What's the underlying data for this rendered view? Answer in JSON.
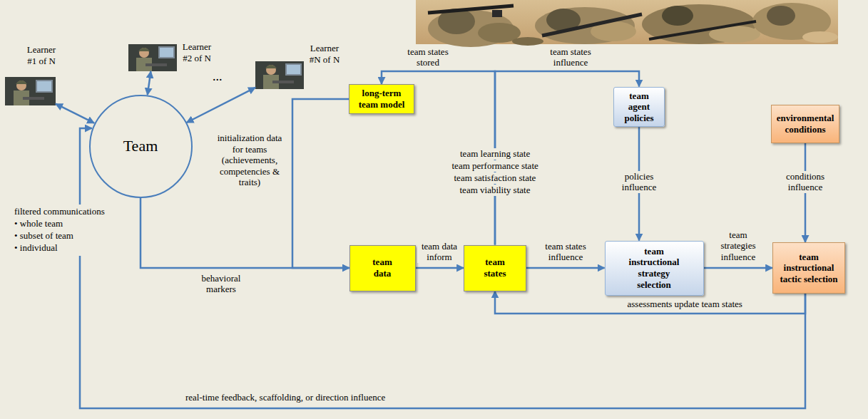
{
  "diagram": {
    "nodes": [
      {
        "text": [
          "Learner #1 of N"
        ]
      },
      {
        "text": [
          "Learner #2 of N"
        ]
      },
      {
        "text": [
          "Learner #N of N"
        ]
      },
      {
        "text": [
          "Team"
        ]
      },
      {
        "text": [
          "long-term team model"
        ]
      },
      {
        "text": [
          "team agent policies"
        ]
      },
      {
        "text": [
          "environmental conditions"
        ]
      },
      {
        "text": [
          "team data"
        ]
      },
      {
        "text": [
          "team states"
        ]
      },
      {
        "text": [
          "team instructional strategy selection"
        ]
      },
      {
        "text": [
          "team instructional tactic selection"
        ]
      }
    ],
    "edges": [
      {
        "from": 0,
        "to": 3,
        "arrow": "both"
      },
      {
        "from": 1,
        "to": 3,
        "arrow": "both"
      },
      {
        "from": 2,
        "to": 3,
        "arrow": "both"
      },
      {
        "from": 3,
        "to": 7,
        "label": "behavioral markers",
        "arrow": "to"
      },
      {
        "from": 4,
        "to": 7,
        "label": "initialization data for teams (achievements, competencies & traits)",
        "arrow": "to"
      },
      {
        "from": 7,
        "to": 8,
        "label": "team data inform",
        "arrow": "to"
      },
      {
        "from": 8,
        "to": 9,
        "label": "team states influence",
        "arrow": "to"
      },
      {
        "from": 8,
        "to": 4,
        "label": "team states stored",
        "arrow": "to"
      },
      {
        "from": 8,
        "to": 5,
        "label": "team states influence",
        "arrow": "to"
      },
      {
        "from": 5,
        "to": 9,
        "label": "policies influence",
        "arrow": "to"
      },
      {
        "from": 6,
        "to": 10,
        "label": "conditions influence",
        "arrow": "to"
      },
      {
        "from": 9,
        "to": 10,
        "label": "team strategies influence",
        "arrow": "to"
      },
      {
        "from": 10,
        "to": 8,
        "label": "assessments update team states",
        "arrow": "to"
      },
      {
        "from": 10,
        "to": 3,
        "label": "real-time feedback, scaffolding, or direction influence",
        "arrow": "to"
      }
    ],
    "labels": [
      "...",
      "filtered communications",
      "• whole team",
      "• subset of team",
      "• individual",
      "team learning state",
      "team performance state",
      "team satisfaction state",
      "team viability state"
    ]
  }
}
